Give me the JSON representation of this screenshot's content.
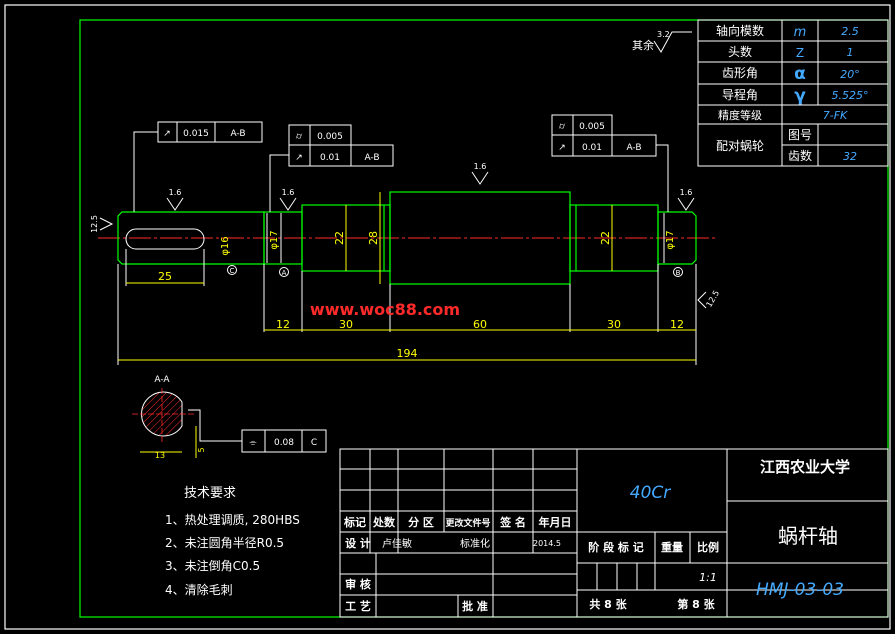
{
  "gear_params": [
    {
      "label": "轴向模数",
      "symbol": "m",
      "value": "2.5"
    },
    {
      "label": "头数",
      "symbol": "Z",
      "value": "1"
    },
    {
      "label": "齿形角",
      "symbol": "α",
      "value": "20°"
    },
    {
      "label": "导程角",
      "symbol": "γ",
      "value": "5.525°"
    },
    {
      "label": "精度等级",
      "value": "7-FK"
    },
    {
      "label": "配对蜗轮",
      "sub": [
        {
          "label": "图号",
          "value": ""
        },
        {
          "label": "齿数",
          "value": "32"
        }
      ]
    }
  ],
  "roughness_general": {
    "label": "其余",
    "value": "3.2"
  },
  "roughness_marks": [
    "1.6",
    "1.6",
    "1.6",
    "1.6",
    "12.5",
    "12.5"
  ],
  "tolerance_frames": [
    {
      "rows": [
        {
          "sym": "↗",
          "val": "0.015",
          "ref": "A-B"
        }
      ]
    },
    {
      "rows": [
        {
          "sym": "⌭",
          "val": "0.005",
          "ref": ""
        },
        {
          "sym": "↗",
          "val": "0.01",
          "ref": "A-B"
        }
      ]
    },
    {
      "rows": [
        {
          "sym": "⌭",
          "val": "0.005",
          "ref": ""
        },
        {
          "sym": "↗",
          "val": "0.01",
          "ref": "A-B"
        }
      ]
    },
    {
      "rows": [
        {
          "sym": "⌯",
          "val": "0.08",
          "ref": "C"
        }
      ]
    }
  ],
  "dimensions": {
    "d_keyway": "φ16",
    "d_left": "φ17",
    "d_right": "φ17",
    "d22a": "22",
    "d28": "28",
    "d22b": "22",
    "len_key": "25",
    "len12a": "12",
    "len30a": "30",
    "len60": "60",
    "len30b": "30",
    "len12b": "12",
    "total": "194",
    "sec_w": "13",
    "sec_h": "5"
  },
  "datums": [
    "C",
    "A",
    "B"
  ],
  "section_label": "A-A",
  "watermark": "www.woc88.com",
  "tech": {
    "title": "技术要求",
    "items": [
      "1、热处理调质, 280HBS",
      "2、未注圆角半径R0.5",
      "3、未注倒角C0.5",
      "4、清除毛刺"
    ]
  },
  "title_block": {
    "material": "40Cr",
    "school": "江西农业大学",
    "part_name": "蜗杆轴",
    "drawing_no": "HMJ-03-03",
    "row_headers": [
      "标记",
      "处数",
      "分 区",
      "更改文件号",
      "签 名",
      "年月日"
    ],
    "design_label": "设 计",
    "designer": "卢佳敏",
    "std_label": "标准化",
    "date": "2014.5",
    "stage_labels": [
      "阶 段 标 记",
      "重量",
      "比例"
    ],
    "scale": "1:1",
    "review_label": "审 核",
    "process_label": "工 艺",
    "approve_label": "批 准",
    "total_sheets": "共 8 张",
    "sheet_no": "第 8 张"
  }
}
